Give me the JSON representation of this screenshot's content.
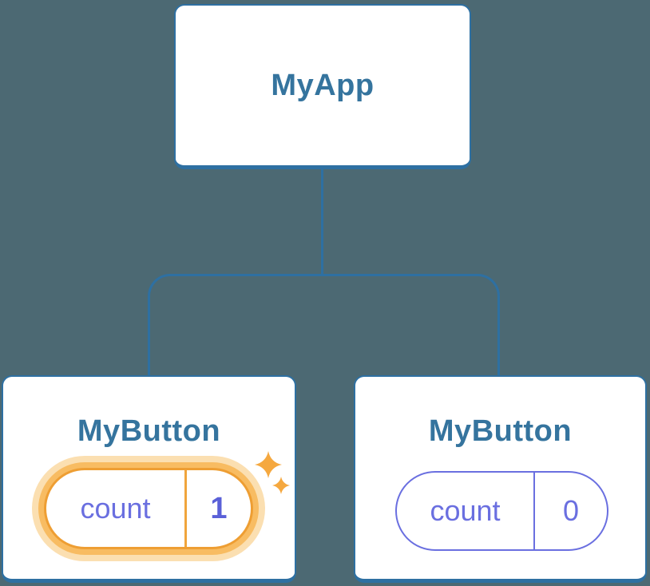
{
  "diagram": {
    "description": "React component tree with state",
    "root": {
      "label": "MyApp"
    },
    "children": [
      {
        "label": "MyButton",
        "state": {
          "key": "count",
          "value": "1"
        },
        "highlighted": true
      },
      {
        "label": "MyButton",
        "state": {
          "key": "count",
          "value": "0"
        },
        "highlighted": false
      }
    ],
    "icons": [
      "sparkle-icon-large",
      "sparkle-icon-small"
    ]
  },
  "colors": {
    "bg": "#4C6973",
    "box_border": "#2E70A2",
    "box_bg": "#FFFFFF",
    "title": "#35749E",
    "purple": "#6A6FE0",
    "purple_bold": "#5A60D8",
    "orange": "#EE9E33",
    "orange_divider": "#F0A53C",
    "glow_mid": "#F8BC62",
    "glow_outer": "#FBDFB1",
    "sparkle": "#F5A83F"
  }
}
